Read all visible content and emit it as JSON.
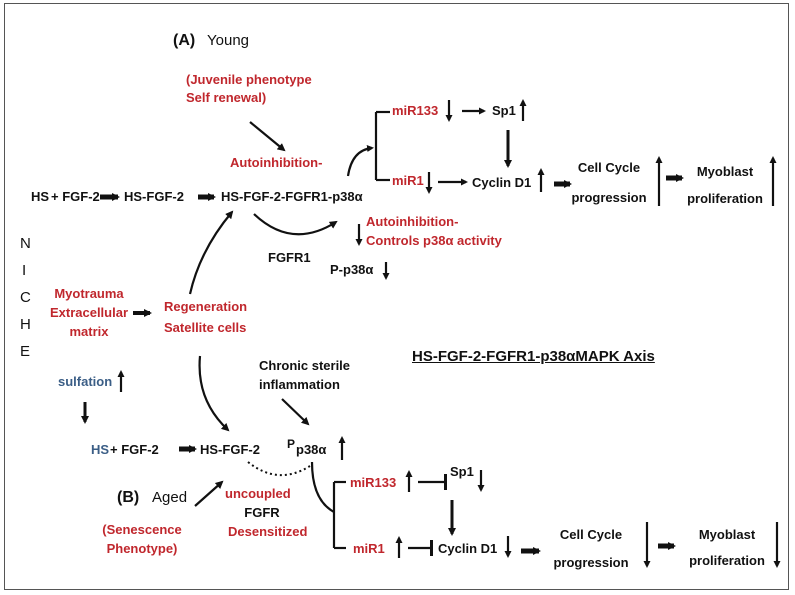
{
  "diagram": {
    "panel_a": {
      "letter": "(A)",
      "age": "Young",
      "phenotype_line1": "(Juvenile phenotype",
      "phenotype_line2": "Self renewal)",
      "autoinhibition": "Autoinhibition-",
      "hs": "HS",
      "plus_fgf2": "+ FGF-2",
      "hs_fgf2": "HS-FGF-2",
      "complex": "HS-FGF-2-FGFR1-p38α",
      "fgfr1": "FGFR1",
      "autoinhibition2_line1": "Autoinhibition-",
      "autoinhibition2_line2": "Controls p38α activity",
      "p_p38": "P-p38α",
      "mir133": "miR133",
      "mir1": "miR1",
      "sp1": "Sp1",
      "cyclin": "Cyclin D1",
      "cell_cycle_line1": "Cell Cycle",
      "cell_cycle_line2": "progression",
      "myoblast_line1": "Myoblast",
      "myoblast_line2": "proliferation"
    },
    "niche": [
      "N",
      "I",
      "C",
      "H",
      "E"
    ],
    "myotrauma_line1": "Myotrauma",
    "myotrauma_line2": "Extracellular",
    "myotrauma_line3": "matrix",
    "regeneration_line1": "Regeneration",
    "regeneration_line2": "Satellite cells",
    "sulfation": "sulfation",
    "axis_title": "HS-FGF-2-FGFR1-p38αMAPK Axis",
    "panel_b": {
      "chronic_line1": "Chronic sterile",
      "chronic_line2": "inflammation",
      "hs": "HS",
      "plus_fgf2": "+ FGF-2",
      "hs_fgf2": "HS-FGF-2",
      "p_prefix": "P",
      "p38": "p38α",
      "letter": "(B)",
      "age": "Aged",
      "uncoupled": "uncoupled",
      "fgfr": "FGFR",
      "desensitized": "Desensitized",
      "phenotype_line1": "(Senescence",
      "phenotype_line2": "Phenotype)",
      "mir133": "miR133",
      "mir1": "miR1",
      "sp1": "Sp1",
      "cyclin": "Cyclin D1",
      "cell_cycle_line1": "Cell Cycle",
      "cell_cycle_line2": "progression",
      "myoblast_line1": "Myoblast",
      "myoblast_line2": "proliferation"
    },
    "colors": {
      "red": "#c0272d",
      "blue": "#3b5e86",
      "black": "#111111"
    }
  }
}
